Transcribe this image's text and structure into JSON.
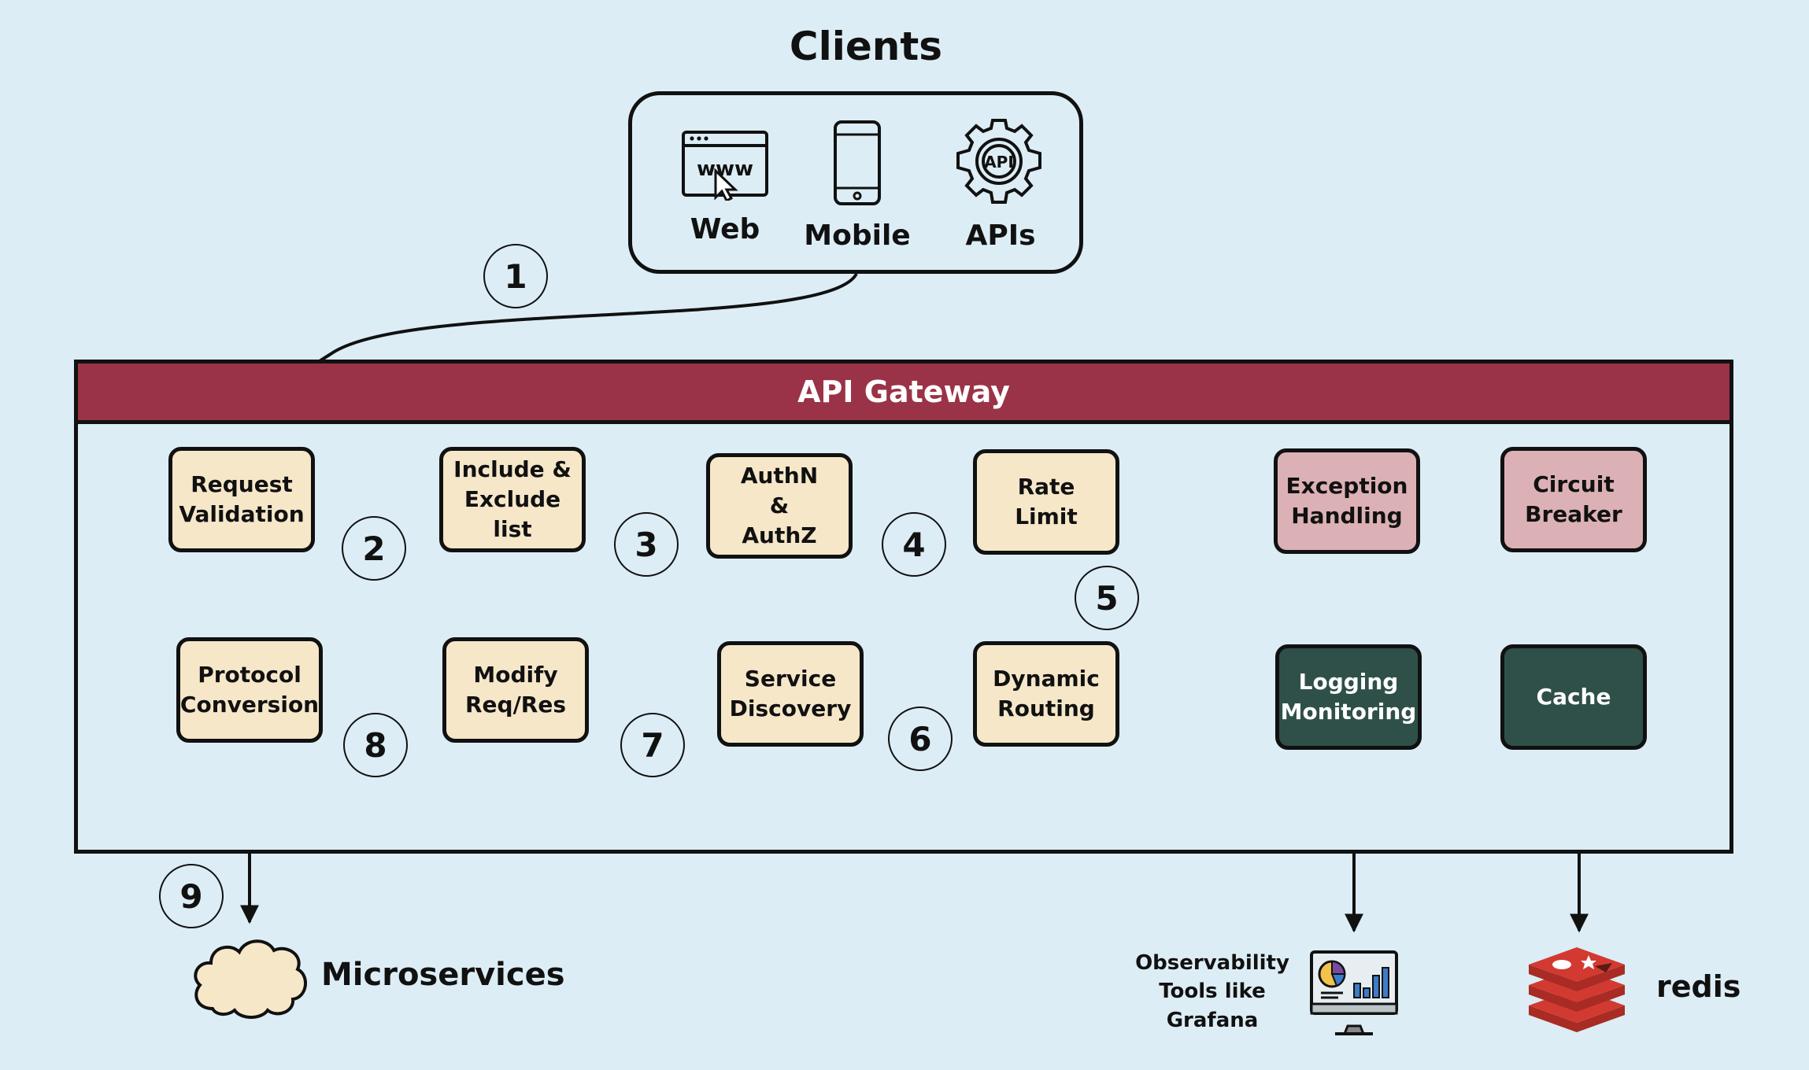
{
  "clients": {
    "title": "Clients",
    "items": [
      {
        "label": "Web",
        "icon": "browser-www-icon"
      },
      {
        "label": "Mobile",
        "icon": "mobile-phone-icon"
      },
      {
        "label": "APIs",
        "icon": "api-gear-icon"
      }
    ]
  },
  "gateway": {
    "title": "API Gateway",
    "steps": {
      "request_validation": "Request\nValidation",
      "include_exclude": "Include &\nExclude\nlist",
      "authn_authz": "AuthN\n&\nAuthZ",
      "rate_limit": "Rate\nLimit",
      "dynamic_routing": "Dynamic\nRouting",
      "service_discovery": "Service\nDiscovery",
      "modify_reqres": "Modify\nReq/Res",
      "protocol_conversion": "Protocol\nConversion"
    },
    "side": {
      "exception_handling": "Exception\nHandling",
      "circuit_breaker": "Circuit\nBreaker",
      "logging_monitoring": "Logging\nMonitoring",
      "cache": "Cache"
    }
  },
  "badges": [
    "1",
    "2",
    "3",
    "4",
    "5",
    "6",
    "7",
    "8",
    "9"
  ],
  "external": {
    "microservices": "Microservices",
    "observability": "Observability\nTools like\nGrafana",
    "redis": "redis"
  },
  "colors": {
    "background": "#dcedf5",
    "gateway_header": "#9a3347",
    "step_fill": "#f6e7c9",
    "side_pink": "#dcb1b5",
    "side_dark": "#2f5048",
    "redis_red": "#d23a31"
  }
}
